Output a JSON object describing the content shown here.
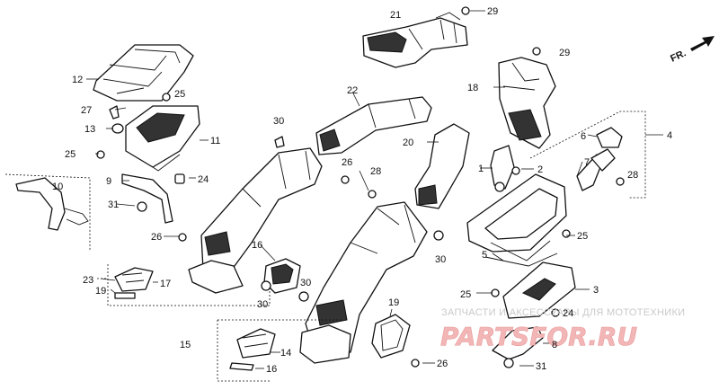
{
  "diagram": {
    "direction_label": "FR.",
    "watermark": {
      "top": "ЗАПЧАСТИ И АКСЕССУАРЫ ДЛЯ МОТОТЕХНИКИ",
      "logo": "PARTSFOR.RU"
    },
    "callouts": {
      "c21": "21",
      "c29a": "29",
      "c29b": "29",
      "c12": "12",
      "c25a": "25",
      "c27": "27",
      "c13": "13",
      "c11": "11",
      "c25b": "25",
      "c22": "22",
      "c30a": "30",
      "c18": "18",
      "c4": "4",
      "c6": "6",
      "c20": "20",
      "c26a": "26",
      "c1": "1",
      "c2": "2",
      "c7": "7",
      "c28a": "28",
      "c28b": "28",
      "c10": "10",
      "c9": "9",
      "c24a": "24",
      "c31a": "31",
      "c26b": "26",
      "c16a": "16",
      "c25c": "25",
      "c5": "5",
      "c30b": "30",
      "c23": "23",
      "c17": "17",
      "c19a": "19",
      "c30c": "30",
      "c30d": "30",
      "c3": "3",
      "c25d": "25",
      "c19b": "19",
      "c24b": "24",
      "c15": "15",
      "c8": "8",
      "c14": "14",
      "c16b": "16",
      "c26c": "26",
      "c31b": "31"
    }
  }
}
